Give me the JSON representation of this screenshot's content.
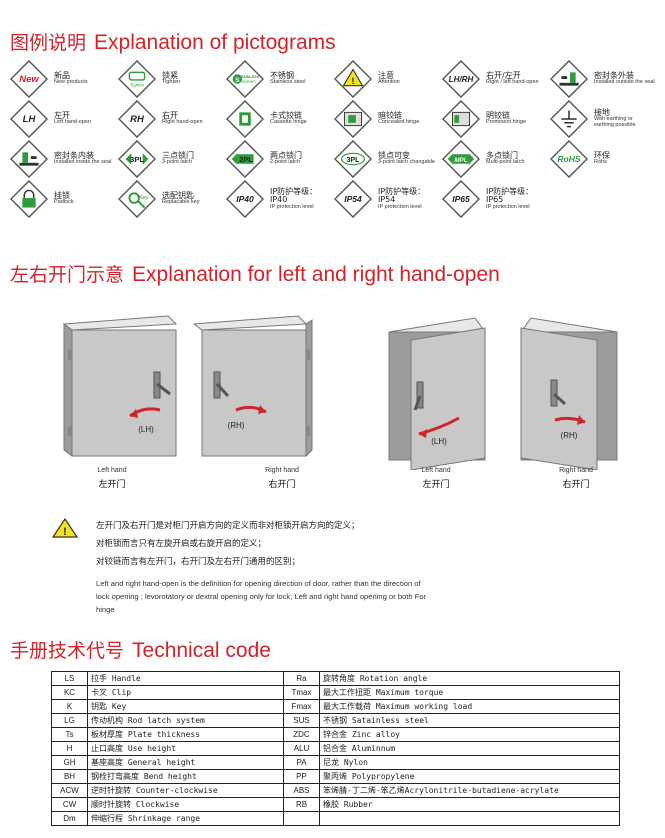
{
  "pictograms_title": {
    "zh": "图例说明",
    "en": "Explanation of pictograms"
  },
  "pictograms": [
    {
      "badge": "New",
      "zh": "新品",
      "en": "New products",
      "icon": "new-icon"
    },
    {
      "badge": "Tighten",
      "zh": "锁紧",
      "en": "Tighten",
      "icon": "tighten-icon"
    },
    {
      "badge": "STAINLESS SERIES",
      "zh": "不锈钢",
      "en": "Stainless steel",
      "icon": "stainless-icon"
    },
    {
      "badge": "!",
      "zh": "注意",
      "en": "Attention",
      "icon": "attention-icon"
    },
    {
      "badge": "LH/RH",
      "zh": "右开/左开",
      "en": "Right / left hand-open",
      "icon": "lh-rh-icon"
    },
    {
      "badge": "",
      "zh": "密封条外装",
      "en": "Installed outside the seal",
      "icon": "seal-outside-icon"
    },
    {
      "badge": "LH",
      "zh": "左开",
      "en": "Left hand-open",
      "icon": "lh-icon"
    },
    {
      "badge": "RH",
      "zh": "右开",
      "en": "Right hand-open",
      "icon": "rh-icon"
    },
    {
      "badge": "",
      "zh": "卡式铰链",
      "en": "Cassette hinge",
      "icon": "cassette-hinge-icon"
    },
    {
      "badge": "",
      "zh": "暗铰链",
      "en": "Concealed hinge",
      "icon": "concealed-hinge-icon"
    },
    {
      "badge": "",
      "zh": "明铰链",
      "en": "Prominent hinge",
      "icon": "prominent-hinge-icon"
    },
    {
      "badge": "",
      "zh": "接地",
      "en": "With earthing or earthing possible",
      "icon": "earthing-icon"
    },
    {
      "badge": "",
      "zh": "密封条内装",
      "en": "Installed inside the seal",
      "icon": "seal-inside-icon"
    },
    {
      "badge": "3PL",
      "zh": "三点锁门",
      "en": "3-point latch",
      "icon": "3pl-icon"
    },
    {
      "badge": "2PL",
      "zh": "两点锁门",
      "en": "2-point latch",
      "icon": "2pl-icon"
    },
    {
      "badge": "3PL",
      "zh": "锁点可变",
      "en": "3-point latch changable",
      "icon": "3pl-changable-icon"
    },
    {
      "badge": "MPL",
      "zh": "多点锁门",
      "en": "Multi-point latch",
      "icon": "mpl-icon"
    },
    {
      "badge": "RoHS",
      "zh": "环保",
      "en": "Rohs",
      "icon": "rohs-icon"
    },
    {
      "badge": "",
      "zh": "挂锁",
      "en": "Padlock",
      "icon": "padlock-icon"
    },
    {
      "badge": "Key",
      "zh": "选配钥匙",
      "en": "Replacable key",
      "icon": "key-icon"
    },
    {
      "badge": "IP40",
      "zh": "IP防护等级：",
      "zh2": "IP40",
      "en": "IP protection level",
      "icon": "ip40-icon"
    },
    {
      "badge": "IP54",
      "zh": "IP防护等级：",
      "zh2": "IP54",
      "en": "IP protection level",
      "icon": "ip54-icon"
    },
    {
      "badge": "IP65",
      "zh": "IP防护等级：",
      "zh2": "IP65",
      "en": "IP protection level",
      "icon": "ip65-icon"
    }
  ],
  "handopen_title": {
    "zh": "左右开门示意",
    "en": "Explanation for left and right hand-open"
  },
  "cabinets": [
    {
      "label": "(LH)",
      "en": "Left hand",
      "zh": "左开门"
    },
    {
      "label": "(RH)",
      "en": "Right hand",
      "zh": "右开门"
    },
    {
      "label": "(LH)",
      "en": "Left hand",
      "zh": "左开门"
    },
    {
      "label": "(RH)",
      "en": "Right hand",
      "zh": "右开门"
    }
  ],
  "note": {
    "zh": [
      "左开门及右开门是对柜门开启方向的定义而非对柜锁开启方向的定义；",
      "对柜锁而言只有左旋开启或右旋开启的定义；",
      "对铰链而言有左开门，右开门及左右开门通用的区别；"
    ],
    "en": "Left and right hand-open is the definition for opening direction of door, rather than the direction of lock opening ; levorotatory or dextral opening only for lock;   Left and right hand opening or both For hinge"
  },
  "technical_title": {
    "zh": "手册技术代号",
    "en": "Technical code"
  },
  "codes": [
    {
      "c1": "LS",
      "d1": "拉手 Handle",
      "c2": "Ra",
      "d2": "旋转角度  Rotation angle"
    },
    {
      "c1": "KC",
      "d1": "卡叉 Clip",
      "c2": "Tmax",
      "d2": "最大工作扭距  Maximum torque"
    },
    {
      "c1": "K",
      "d1": "钥匙 Key",
      "c2": "Fmax",
      "d2": "最大工作载荷  Maximum working load"
    },
    {
      "c1": "LG",
      "d1": "传动机构 Rod latch system",
      "c2": "SUS",
      "d2": "不锈钢  Satainless steel"
    },
    {
      "c1": "Ts",
      "d1": "板材厚度  Plate thickness",
      "c2": "ZDC",
      "d2": "锌合金  Zinc alloy"
    },
    {
      "c1": "H",
      "d1": "止口高度  Use height",
      "c2": "ALU",
      "d2": "铝合金  Aluminnum"
    },
    {
      "c1": "GH",
      "d1": "基座高度  General height",
      "c2": "PA",
      "d2": "尼龙  Nylon"
    },
    {
      "c1": "BH",
      "d1": "钢栓打弯高度  Bend height",
      "c2": "PP",
      "d2": "聚丙烯 Polypropylene"
    },
    {
      "c1": "ACW",
      "d1": "逆时针旋转  Counter-clockwise",
      "c2": "ABS",
      "d2": "笨烯腈-丁二烯-笨乙烯Acrylonitrile-butadiene-acrylate"
    },
    {
      "c1": "CW",
      "d1": "顺时针旋转  Clockwise",
      "c2": "RB",
      "d2": "橡胶 Rubber"
    },
    {
      "c1": "Dm",
      "d1": "伸缩行程  Shrinkage range",
      "c2": "",
      "d2": ""
    }
  ],
  "colors": {
    "accent": "#d2232a",
    "green": "#2e9b3a",
    "badge_border": "#555555",
    "door": "#c8c8c8"
  }
}
